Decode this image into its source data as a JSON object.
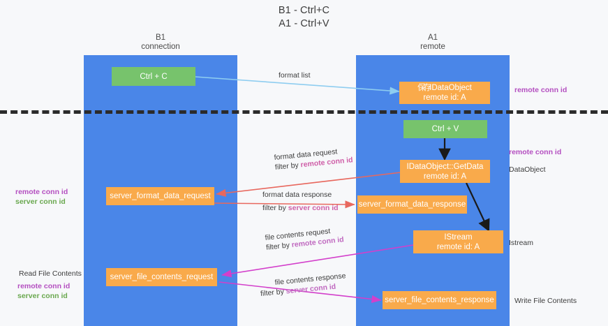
{
  "title": {
    "line1": "B1 - Ctrl+C",
    "line2": "A1 - Ctrl+V"
  },
  "lanes": [
    {
      "name": "b1",
      "heading_line1": "B1",
      "heading_line2": "connection"
    },
    {
      "name": "a1",
      "heading_line1": "A1",
      "heading_line2": "remote"
    }
  ],
  "nodes": {
    "ctrl_c": {
      "label": "Ctrl + C",
      "color": "#77c36c"
    },
    "ctrl_v": {
      "label": "Ctrl + V",
      "color": "#77c36c"
    },
    "saved_dataobject": {
      "prefix": "保存",
      "line1": "IDataObject",
      "line2": "remote id: A",
      "color": "#f9aa4b"
    },
    "getdata": {
      "line1": "IDataObject::GetData",
      "line2": "remote id: A",
      "color": "#f9aa4b"
    },
    "istream": {
      "line1": "IStream",
      "line2": "remote id: A",
      "color": "#f9aa4b"
    },
    "fmt_req": {
      "line1": "server_format_data_request",
      "color": "#f9aa4b"
    },
    "fmt_resp": {
      "line1": "server_format_data_response",
      "color": "#f9aa4b"
    },
    "file_req": {
      "line1": "server_file_contents_request",
      "color": "#f9aa4b"
    },
    "file_resp": {
      "line1": "server_file_contents_response",
      "color": "#f9aa4b"
    }
  },
  "edge_labels": {
    "format_list": {
      "text": "format list"
    },
    "format_data_request": {
      "line1": "format data request",
      "line2_prefix": "filter by ",
      "line2_highlight": "remote conn id"
    },
    "format_data_response": {
      "line1": "format data response",
      "line2_prefix": "filter by ",
      "line2_highlight": "server conn id"
    },
    "file_contents_request": {
      "line1": "file contents request",
      "line2_prefix": "filter by ",
      "line2_highlight": "remote conn id"
    },
    "file_contents_response": {
      "line1": "file contents response",
      "line2_prefix": "filter by ",
      "line2_highlight": "server conn id"
    }
  },
  "annotations": {
    "right_remote_conn_id_top": "remote conn id",
    "right_remote_conn_id_mid": "remote conn id",
    "right_dataobject": "DataObject",
    "right_istream": "Istream",
    "right_write_file_contents": "Write File Contents",
    "left_remote_conn_id_mid": "remote conn id",
    "left_server_conn_id_mid": "server conn id",
    "left_read_file_contents": "Read File Contents",
    "left_remote_conn_id_bot": "remote conn id",
    "left_server_conn_id_bot": "server conn id"
  },
  "colors": {
    "lane": "#4a86e8",
    "green_node": "#77c36c",
    "orange_node": "#f9aa4b",
    "divider": "#2b2b2b",
    "arrow_blue": "#8ecdf0",
    "arrow_red": "#e8685e",
    "arrow_magenta": "#d33fcb",
    "arrow_black": "#1a1a1a",
    "label_purple": "#c06ac0",
    "label_pink": "#cf5fa8",
    "side_green": "#6aa84f"
  }
}
